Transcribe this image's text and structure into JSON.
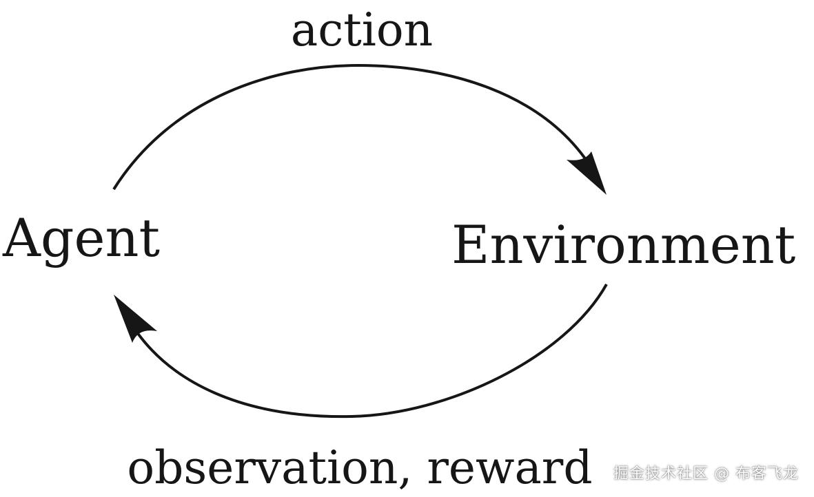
{
  "diagram": {
    "nodes": {
      "agent": "Agent",
      "environment": "Environment"
    },
    "edges": {
      "action": "action",
      "observation_reward": "observation, reward"
    }
  },
  "watermark": {
    "text": "掘金技术社区 @ 布客飞龙"
  },
  "colors": {
    "stroke": "#161616",
    "background": "#ffffff"
  }
}
